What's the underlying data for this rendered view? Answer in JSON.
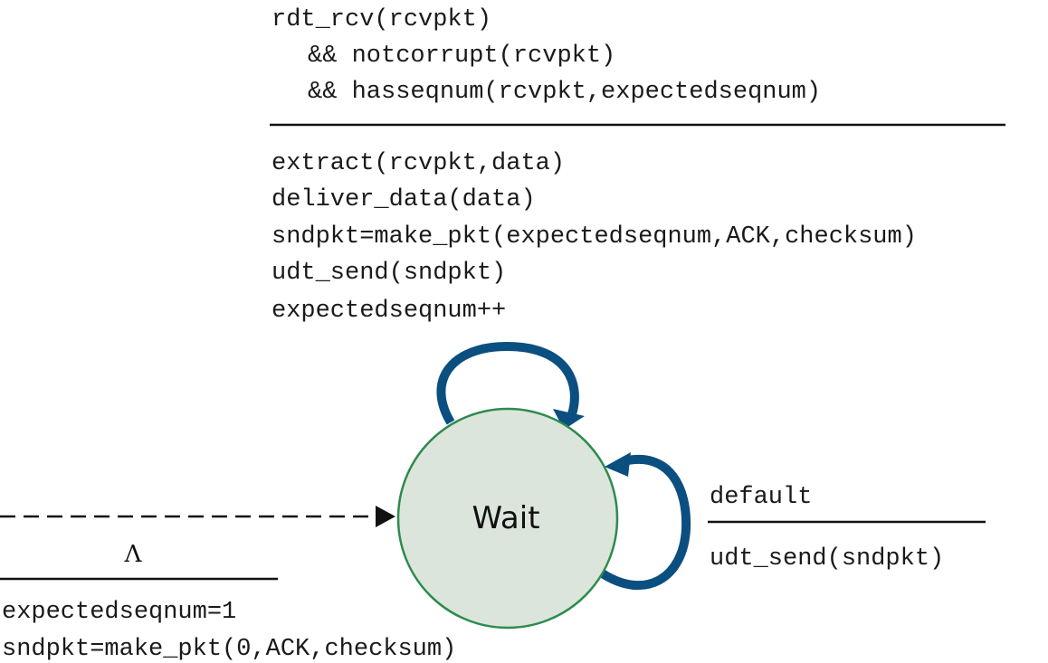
{
  "state": {
    "label": "Wait",
    "fill": "#dce5db",
    "stroke": "#2e8b4e"
  },
  "loop_color": "#0b4f80",
  "top_transition": {
    "condition": [
      "rdt_rcv(rcvpkt)",
      "&& notcorrupt(rcvpkt)",
      "&& hasseqnum(rcvpkt,expectedseqnum)"
    ],
    "actions": [
      "extract(rcvpkt,data)",
      "deliver_data(data)",
      "sndpkt=make_pkt(expectedseqnum,ACK,checksum)",
      "udt_send(sndpkt)",
      "expectedseqnum++"
    ]
  },
  "right_transition": {
    "condition": "default",
    "action": "udt_send(sndpkt)"
  },
  "initial_transition": {
    "condition": "Λ",
    "actions": [
      "expectedseqnum=1",
      "sndpkt=make_pkt(0,ACK,checksum)"
    ]
  }
}
